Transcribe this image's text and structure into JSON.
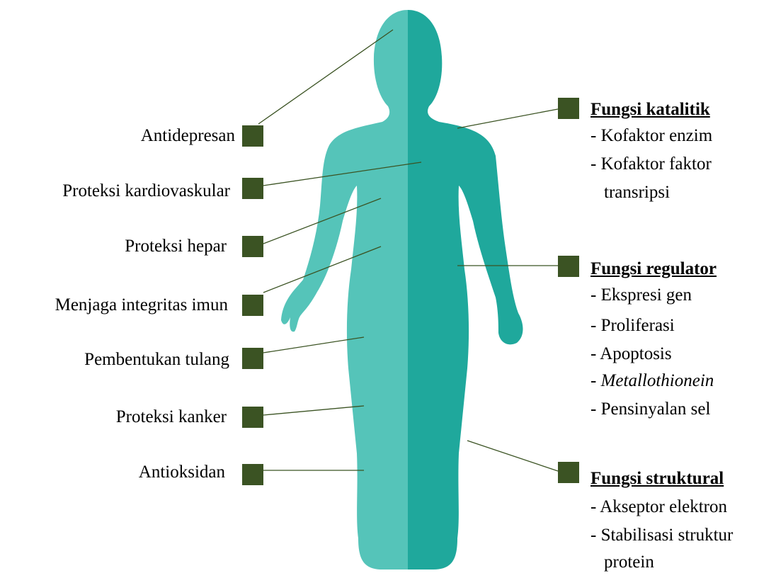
{
  "colors": {
    "body_left": "#55c4b9",
    "body_right": "#1fa89c",
    "marker": "#3b5323",
    "connector": "#3b5323"
  },
  "left_labels": [
    "Antidepresan",
    "Proteksi kardiovaskular",
    "Proteksi hepar",
    "Menjaga integritas imun",
    "Pembentukan tulang",
    "Proteksi kanker",
    "Antioksidan"
  ],
  "right_groups": [
    {
      "heading": "Fungsi katalitik",
      "items": [
        "- Kofaktor enzim",
        "- Kofaktor faktor",
        "transripsi"
      ]
    },
    {
      "heading": "Fungsi regulator",
      "items": [
        "- Ekspresi gen",
        "- Proliferasi",
        "- Apoptosis",
        "- ",
        "Metallothionein",
        "- Pensinyalan sel"
      ]
    },
    {
      "heading": "Fungsi struktural",
      "items": [
        "- Akseptor elektron",
        "- Stabilisasi struktur",
        "protein"
      ]
    }
  ]
}
